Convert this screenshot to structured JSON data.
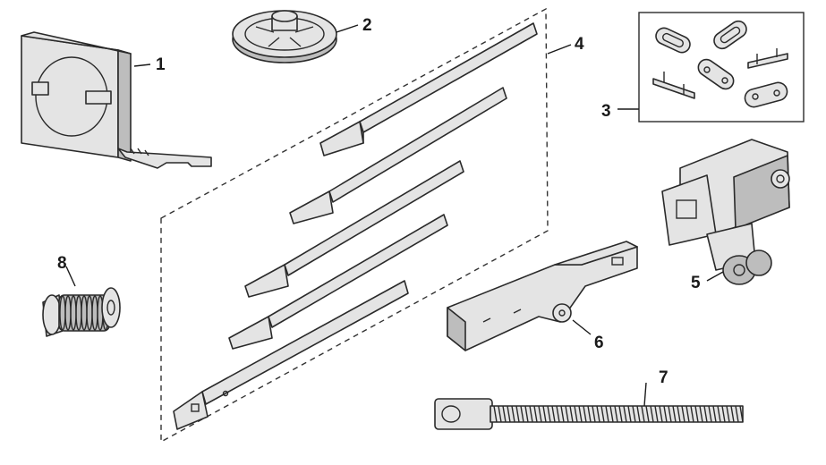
{
  "parts": [
    {
      "id": "part-1",
      "label": "1",
      "icon": "safety-sensor-bracket-icon"
    },
    {
      "id": "part-2",
      "label": "2",
      "icon": "pulley-icon"
    },
    {
      "id": "part-3",
      "label": "3",
      "icon": "chain-links-icon"
    },
    {
      "id": "part-4",
      "label": "4",
      "icon": "rail-sections-icon"
    },
    {
      "id": "part-5",
      "label": "5",
      "icon": "trolley-icon"
    },
    {
      "id": "part-6",
      "label": "6",
      "icon": "header-bracket-icon"
    },
    {
      "id": "part-7",
      "label": "7",
      "icon": "threaded-shaft-icon"
    },
    {
      "id": "part-8",
      "label": "8",
      "icon": "spring-icon"
    }
  ],
  "colors": {
    "line": "#2a2a2a",
    "fill": "#e4e4e4",
    "shade": "#bdbdbd",
    "background": "#ffffff"
  }
}
